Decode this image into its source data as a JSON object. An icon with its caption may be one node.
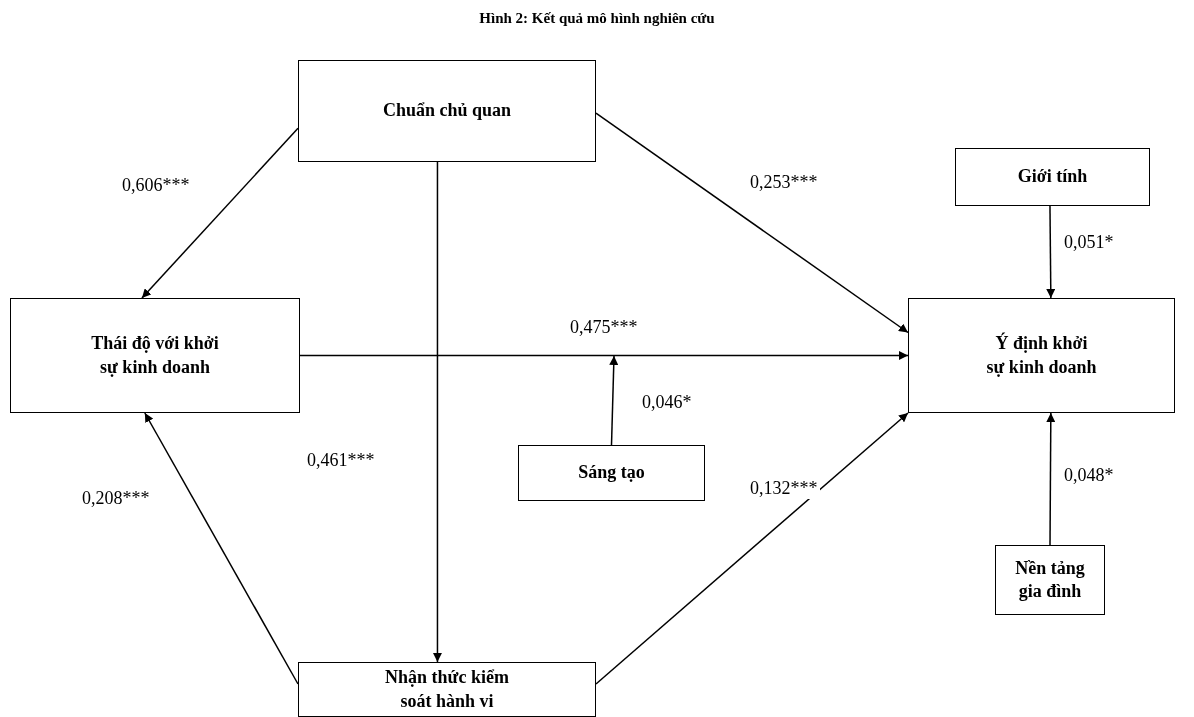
{
  "diagram": {
    "title": "Hình 2: Kết quả mô hình nghiên cứu",
    "nodes": [
      {
        "text": [
          "Chuẩn chủ quan"
        ]
      },
      {
        "text": [
          "Giới tính"
        ]
      },
      {
        "text": [
          "Thái độ với khởi sự kinh doanh"
        ]
      },
      {
        "text": [
          "Ý định khởi sự kinh doanh"
        ]
      },
      {
        "text": [
          "Sáng tạo"
        ]
      },
      {
        "text": [
          "Nền tảng gia đình"
        ]
      },
      {
        "text": [
          "Nhận thức kiểm soát hành vi"
        ]
      }
    ],
    "edges": [
      {
        "from": 0,
        "to": 2,
        "arrow": "to",
        "label": "0,606***"
      },
      {
        "from": 0,
        "to": 3,
        "arrow": "to",
        "label": "0,253***"
      },
      {
        "from": 0,
        "to": 6,
        "arrow": "to",
        "label": "0,461***"
      },
      {
        "from": 1,
        "to": 3,
        "arrow": "to",
        "label": "0,051*"
      },
      {
        "from": 2,
        "to": 3,
        "arrow": "to",
        "label": "0,475***"
      },
      {
        "from": 4,
        "to": null,
        "arrow": "to",
        "label": "0,046*"
      },
      {
        "from": 5,
        "to": 3,
        "arrow": "to",
        "label": "0,048*"
      },
      {
        "from": 6,
        "to": 2,
        "arrow": "to",
        "label": "0,208***"
      },
      {
        "from": 6,
        "to": 3,
        "arrow": "to",
        "label": "0,132***"
      }
    ]
  }
}
